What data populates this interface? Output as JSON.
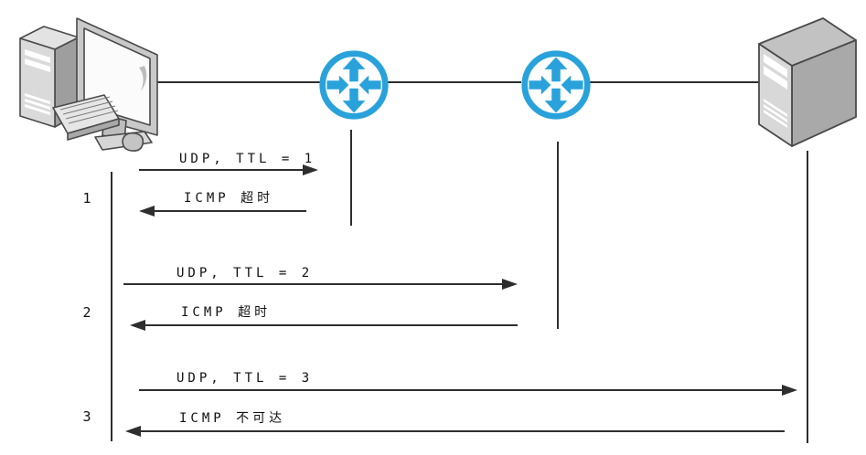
{
  "diagram": {
    "kind": "traceroute-sequence-diagram",
    "nodes": {
      "host": {
        "icon": "desktop-computer-icon"
      },
      "router1": {
        "icon": "router-icon"
      },
      "router2": {
        "icon": "router-icon"
      },
      "server": {
        "icon": "server-icon"
      }
    },
    "steps": [
      {
        "number": "1",
        "request": "UDP, TTL = 1",
        "response": "ICMP 超时"
      },
      {
        "number": "2",
        "request": "UDP, TTL = 2",
        "response": "ICMP 超时"
      },
      {
        "number": "3",
        "request": "UDP, TTL = 3",
        "response": "ICMP 不可达"
      }
    ],
    "colors": {
      "router_blue": "#29a2db",
      "line_color": "#2e2e2e"
    }
  }
}
